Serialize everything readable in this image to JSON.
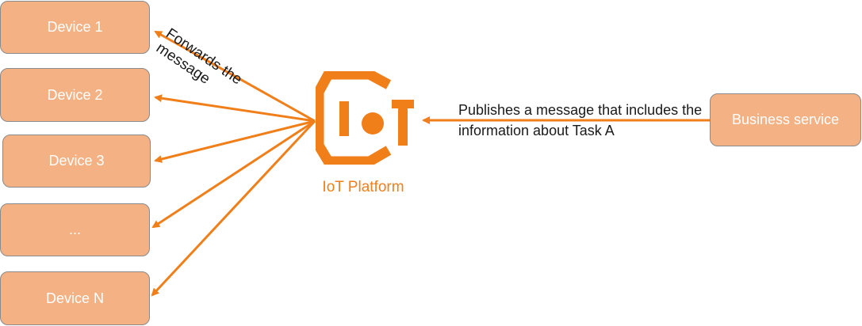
{
  "devices": [
    {
      "label": "Device 1"
    },
    {
      "label": "Device 2"
    },
    {
      "label": "Device 3"
    },
    {
      "label": "..."
    },
    {
      "label": "Device N"
    }
  ],
  "business_service": {
    "label": "Business service"
  },
  "platform": {
    "label": "IoT Platform",
    "logo": "iot-logo-icon"
  },
  "edge_labels": {
    "forwards": "Forwards the message",
    "publishes": "Publishes a message that includes the information about Task A"
  },
  "colors": {
    "box_fill": "#f4b183",
    "arrow": "#f07f1a",
    "accent": "#f07f1a"
  }
}
